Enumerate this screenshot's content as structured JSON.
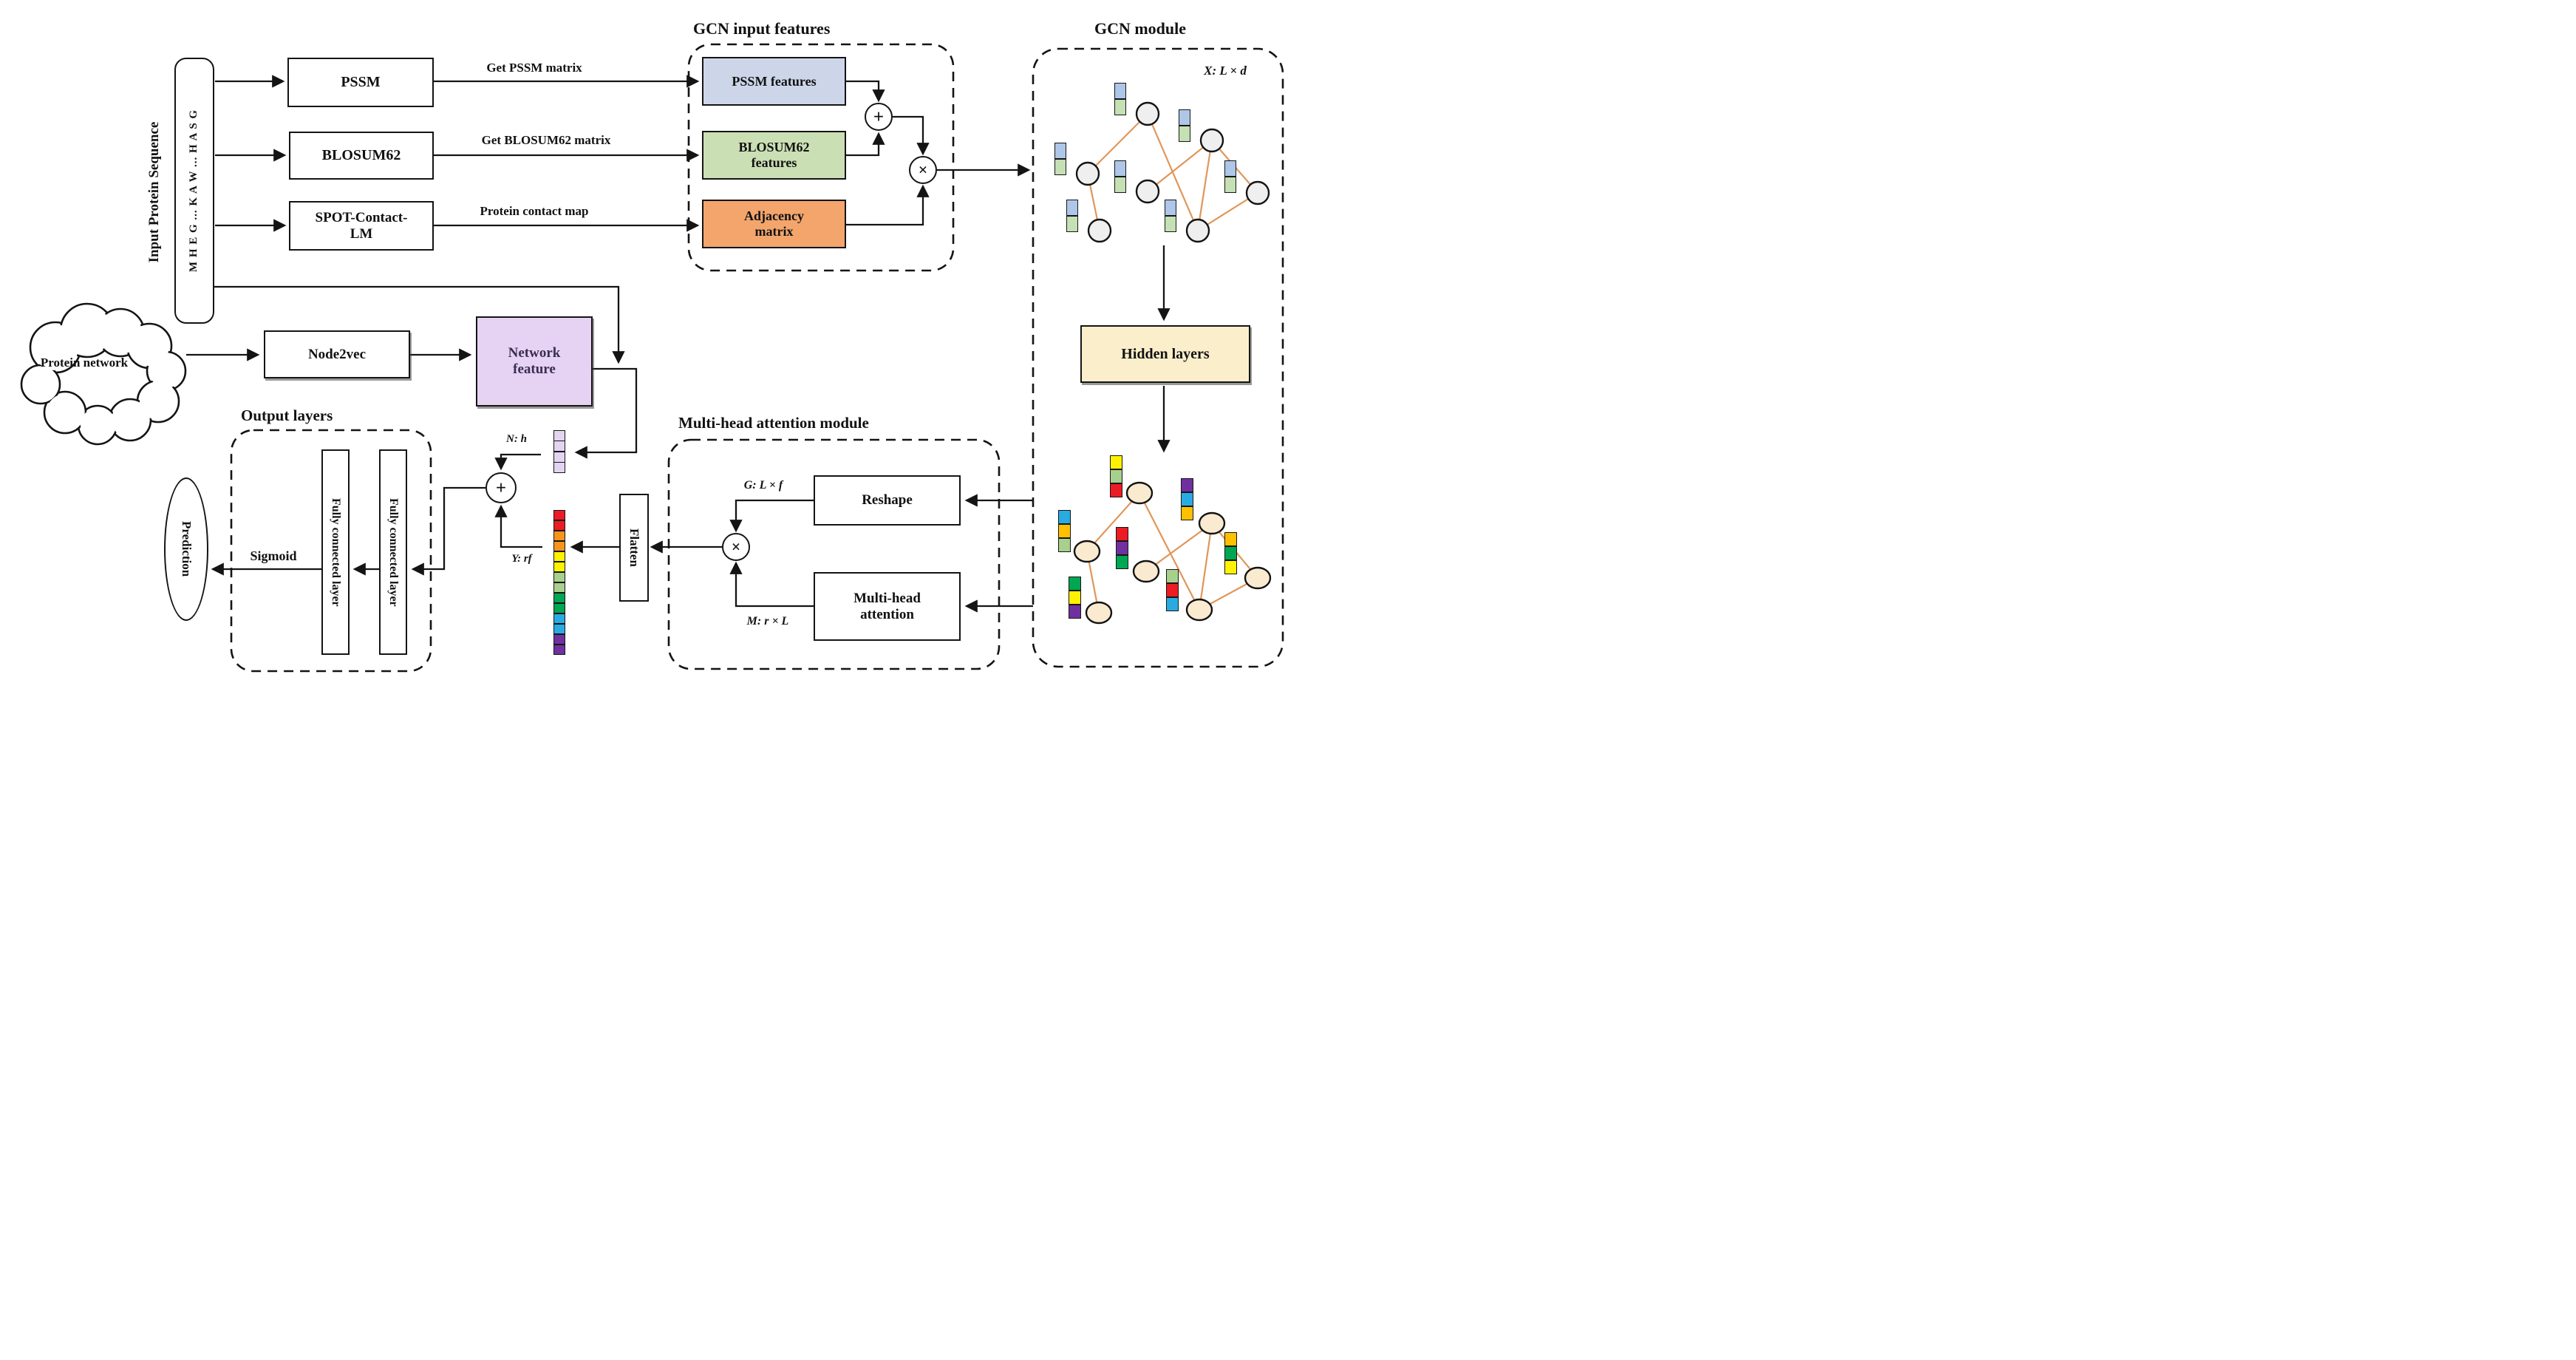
{
  "titles": {
    "gcn_input": "GCN input features",
    "gcn_module": "GCN module",
    "mha_module": "Multi-head attention module",
    "output_layers": "Output layers"
  },
  "sequence": {
    "side_label": "Input Protein Sequence",
    "letters": "M H E G ... K A W ... H A S G"
  },
  "tools": {
    "pssm": "PSSM",
    "blosum": "BLOSUM62",
    "spot": "SPOT-Contact-LM"
  },
  "arrow_labels": {
    "pssm": "Get PSSM matrix",
    "blosum": "Get BLOSUM62 matrix",
    "spot": "Protein contact map"
  },
  "features": {
    "pssm": "PSSM features",
    "blosum": "BLOSUM62 features",
    "adjacency": "Adjacency matrix"
  },
  "ops": {
    "add": "+",
    "multiply": "×"
  },
  "gcn": {
    "dim": "X:  L × d",
    "hidden": "Hidden layers"
  },
  "ppi": {
    "cloud": "Protein network",
    "node2vec": "Node2vec",
    "feature": "Network feature"
  },
  "mha": {
    "reshape": "Reshape",
    "attention": "Multi-head attention",
    "g_dim": "G:  L × f",
    "m_dim": "M:  r × L",
    "flatten": "Flatten"
  },
  "fusion": {
    "n_label": "N:  h",
    "y_label": "Y:  rf"
  },
  "output": {
    "fc1": "Fully connected layer",
    "fc2": "Fully connected layer",
    "sigmoid": "Sigmoid",
    "prediction": "Prediction"
  },
  "palette": {
    "pssm_features_fill": "#CDD6E9",
    "blosum_features_fill": "#CBDFB4",
    "adjacency_fill": "#F3A56C",
    "network_feature_fill": "#E6D2F2",
    "network_feature_text": "#3A2D52",
    "hidden_layers_fill": "#FBEFCB",
    "gcn_input_node_fill": "#EFEFEF",
    "gcn_hidden_node_fill": "#FAEBD0",
    "graph_edge": "#E09659"
  },
  "vectors": {
    "n_cells": [
      "#E3D4F1",
      "#E3D4F1",
      "#E3D4F1",
      "#E3D4F1"
    ],
    "y_cells": [
      "#EC1C24",
      "#EC1C24",
      "#F7941D",
      "#F7941D",
      "#FFF200",
      "#FFF200",
      "#A8D08D",
      "#A8D08D",
      "#00A651",
      "#00A651",
      "#29ABE2",
      "#29ABE2",
      "#7030A0",
      "#7030A0"
    ],
    "input_cells": [
      "#AEC6E8",
      "#C5E0B4"
    ],
    "hidden_cells": [
      [
        "#FFF200",
        "#A8D08D",
        "#EC1C24"
      ],
      [
        "#7030A0",
        "#29ABE2",
        "#FFC000"
      ],
      [
        "#29ABE2",
        "#FFC000",
        "#A8D08D"
      ],
      [
        "#EC1C24",
        "#7030A0",
        "#00A651"
      ],
      [
        "#FFC000",
        "#00A651",
        "#FFF200"
      ],
      [
        "#00A651",
        "#FFF200",
        "#7030A0"
      ],
      [
        "#A8D08D",
        "#EC1C24",
        "#29ABE2"
      ]
    ]
  }
}
